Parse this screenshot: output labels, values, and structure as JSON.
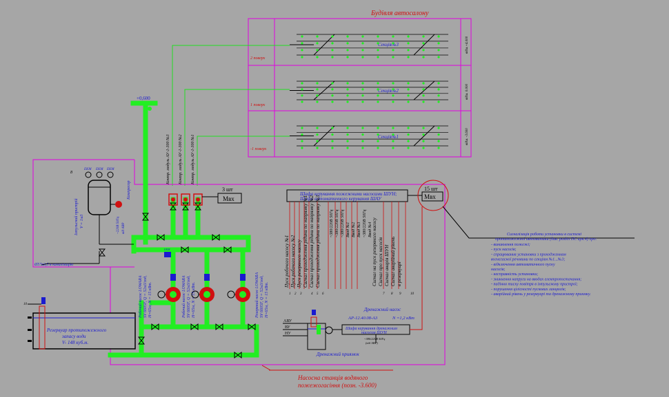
{
  "building": {
    "title": "Будівля автосалону",
    "floors": [
      {
        "label": "2 поверх",
        "section": "Секція№3",
        "level": "відм.+4.000"
      },
      {
        "label": "1 поверх",
        "section": "Секція№2",
        "level": "відм. 0.000"
      },
      {
        "label": "-1 поверх",
        "section": "Секція№1",
        "level": "відм. -3.600"
      }
    ]
  },
  "riser_mark": "+0,600",
  "control_nodes": [
    "Контр. модуль АУ-1-300 №3",
    "Контр. модуль АУ-1-300 №2",
    "Контр. модуль АУ-1-300 №1"
  ],
  "mvx_small": {
    "count": "3 шт",
    "label": "Мвх"
  },
  "mvx_big": {
    "count": "15 шт",
    "label": "Мвх"
  },
  "shun_panel": {
    "line1": "Шафа керування пожежними насосами ШУН;",
    "line2": "Шафа автоматичного керування ШАУ"
  },
  "panel_signals": [
    "Пуск робочого насосу №1",
    "Пуск робочого насосу №2",
    "Пуск резервного насосу",
    "Сигнал проходження рідини по напрямку №1",
    "Сигнал проходження рідини по напрямку №2",
    "Сигнал проходження рідини по напрямку №3"
  ],
  "panel_power": [
    "~380/220В 50Гц",
    "~380/220В 50Гц",
    "~380/220В 50Гц",
    "Ввод №1",
    "Ввод №2",
    "Ввод №3",
    "~380/220В 50Гц",
    "Ввод №4"
  ],
  "panel_outputs": [
    "Сигнал на пуск резервного насосу",
    "Сигнал про пуск насосів",
    "Сигнал аварія ШУН",
    "Сигнал аварійний рівень",
    "в резервуарі"
  ],
  "compressor": {
    "label": "Компресор",
    "power": "~220В 50Гц",
    "power2": "від АВР"
  },
  "tank_hydro": {
    "label": "Імпульсний пристрій",
    "volume": "V = 1м3"
  },
  "drain_pipe_label": "Ø57х3,5 в каналізацію",
  "gauges": [
    "ЕКМ",
    "ЕКМ",
    "ЕКМ"
  ],
  "pumps": [
    {
      "title": "Робочий насос LOWARA",
      "model": "SV 6605F, Q = 52м3/год,",
      "params": "H=65м, N = 15 кВт."
    },
    {
      "title": "Робочий насос LOWARA",
      "model": "SV 6605F, Q = 52м3/год,",
      "params": "H=65м, N = 15 кВт."
    },
    {
      "title": "Резервний насос LOWARA",
      "model": "SV 6605F, Q = 52м3/год,",
      "params": "H=65м, N = 15 кВт."
    }
  ],
  "reservoir": {
    "title": "Резервуар протипожежного",
    "line2": "запасу води",
    "volume": "V- 148 куб.м."
  },
  "drain_pump": {
    "title": "Дренажний насос",
    "model": "АР-12.40.08-А3",
    "power": "N =1,2 кВт"
  },
  "shun_small": {
    "line1": "Шафа керування дренажним",
    "line2": "насосом ШУН"
  },
  "shun_small_power": [
    "~380/220В 50Гц",
    "(від АВР)"
  ],
  "drain_pit": "Дренажний приямок",
  "levels": [
    "АВУ",
    "ВУ",
    "НУ"
  ],
  "signal_header": {
    "line1": "Сигналізація роботи установки в системі",
    "line2": "протипожежної автоматики (див. розділ ПС арк.4) про:"
  },
  "signal_items": [
    "- виникнення пожежі;",
    "- пуск насосів;",
    "- спрацювання установки з проходженням",
    "  вогнегасної речовини по секціям №1...№3;",
    "- відключення автоматичного пуску",
    "  насосів;",
    "- несправність установки;",
    "- зникнення напруги на вводах електропостачання;",
    "- падіння тиску повітря в імпульсному пристрої;",
    "- порушення цілісності пускових ланцюгів;",
    "- аварійний рівень у резервуарі та дренажному приямку."
  ],
  "station_title": {
    "line1": "Насосна станція водяного",
    "line2": "пожежогасіння (позн. -3.600)"
  },
  "numbers": [
    "1",
    "2",
    "3",
    "4",
    "5",
    "6",
    "7",
    "8",
    "9",
    "10"
  ]
}
